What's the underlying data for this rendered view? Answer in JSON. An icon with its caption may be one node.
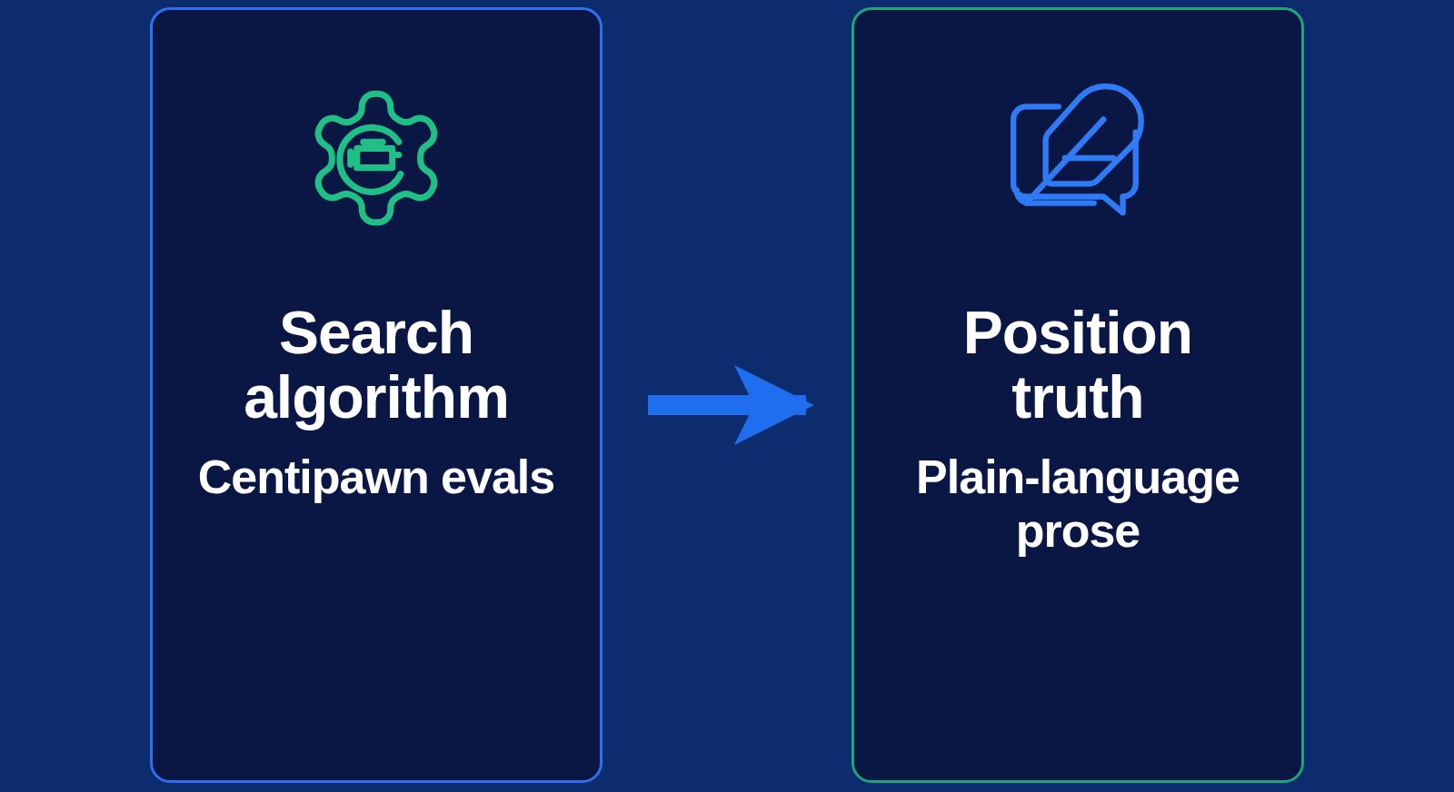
{
  "diagram": {
    "nodes": [
      {
        "text": [
          "Search algorithm",
          "Centipawn evals"
        ]
      },
      {
        "text": [
          "Position truth",
          "Plain-language prose"
        ]
      }
    ],
    "edges": [
      {
        "from": 0,
        "to": 1,
        "arrow": "to"
      }
    ]
  }
}
